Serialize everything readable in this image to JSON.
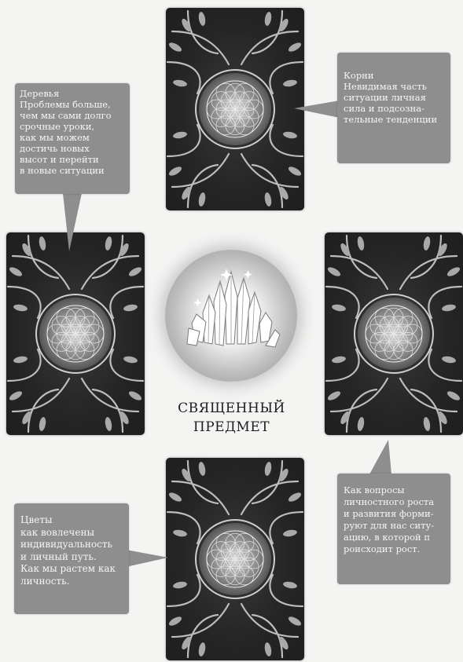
{
  "center": {
    "title_line1": "СВЯЩЕННЫЙ",
    "title_line2": "ПРЕДМЕТ"
  },
  "cards": [
    {
      "id": "card-top",
      "icon": "flower-of-life-icon"
    },
    {
      "id": "card-left",
      "icon": "flower-of-life-icon"
    },
    {
      "id": "card-right",
      "icon": "flower-of-life-icon"
    },
    {
      "id": "card-bottom",
      "icon": "flower-of-life-icon"
    }
  ],
  "callouts": {
    "roots": {
      "lines": [
        "Корни",
        "Невидимая часть",
        "ситуации личная",
        "сила и подсозна-",
        "тельные тенденции"
      ]
    },
    "trees": {
      "lines": [
        "Деревья",
        "Проблемы больше,",
        " чем мы сами долго",
        " срочные уроки,",
        " как мы можем",
        " достичь новых",
        " высот и перейти",
        " в новые ситуации"
      ]
    },
    "flowers": {
      "lines": [
        "Цветы",
        "как вовлечены",
        "индивидуальность",
        "и личный путь.",
        "Как мы растем как",
        "личность."
      ]
    },
    "growth": {
      "lines": [
        "Как вопросы",
        "личностного роста",
        "и развития форми-",
        "руют для нас ситу-",
        "ацию, в которой п",
        "роисходит рост."
      ]
    }
  },
  "colors": {
    "page_background": "#f4f4f3",
    "card_background": "#262626",
    "callout_background": "#8e8e8e",
    "callout_text": "#f5f5f5",
    "title_text": "#1e1e1e"
  }
}
